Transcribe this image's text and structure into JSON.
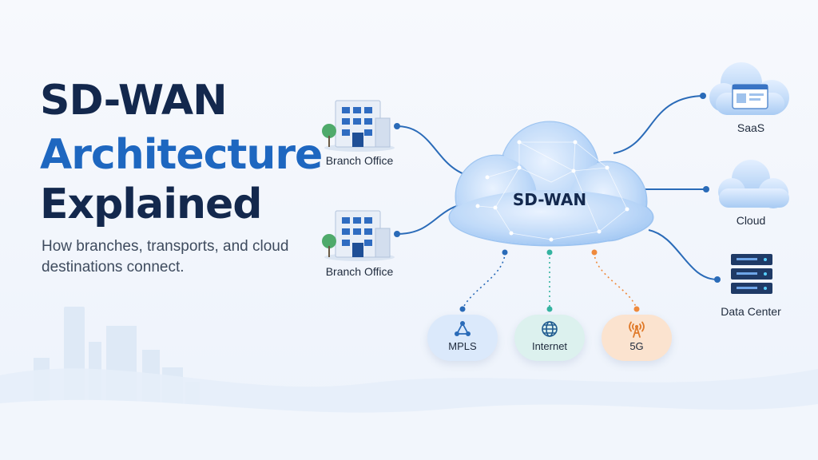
{
  "title": {
    "line1": "SD-WAN",
    "line2": "Architecture",
    "line3": "Explained"
  },
  "subtitle": "How branches, transports, and cloud destinations connect.",
  "hub": {
    "label": "SD-WAN"
  },
  "branches": [
    {
      "label": "Branch Office",
      "icon": "building-icon"
    },
    {
      "label": "Branch Office",
      "icon": "building-icon"
    }
  ],
  "destinations": [
    {
      "label": "SaaS",
      "icon": "saas-cloud-icon"
    },
    {
      "label": "Cloud",
      "icon": "cloud-icon"
    },
    {
      "label": "Data Center",
      "icon": "server-rack-icon"
    }
  ],
  "transports": [
    {
      "label": "MPLS",
      "icon": "network-nodes-icon",
      "color": "#dbe9fb"
    },
    {
      "label": "Internet",
      "icon": "globe-icon",
      "color": "#dcf1ee"
    },
    {
      "label": "5G",
      "icon": "antenna-icon",
      "color": "#fbe3cf"
    }
  ],
  "colors": {
    "navy": "#13284d",
    "blue": "#1e67c0",
    "connector": "#2a6bb8",
    "teal": "#34b3a0",
    "orange": "#ef8a3c"
  }
}
